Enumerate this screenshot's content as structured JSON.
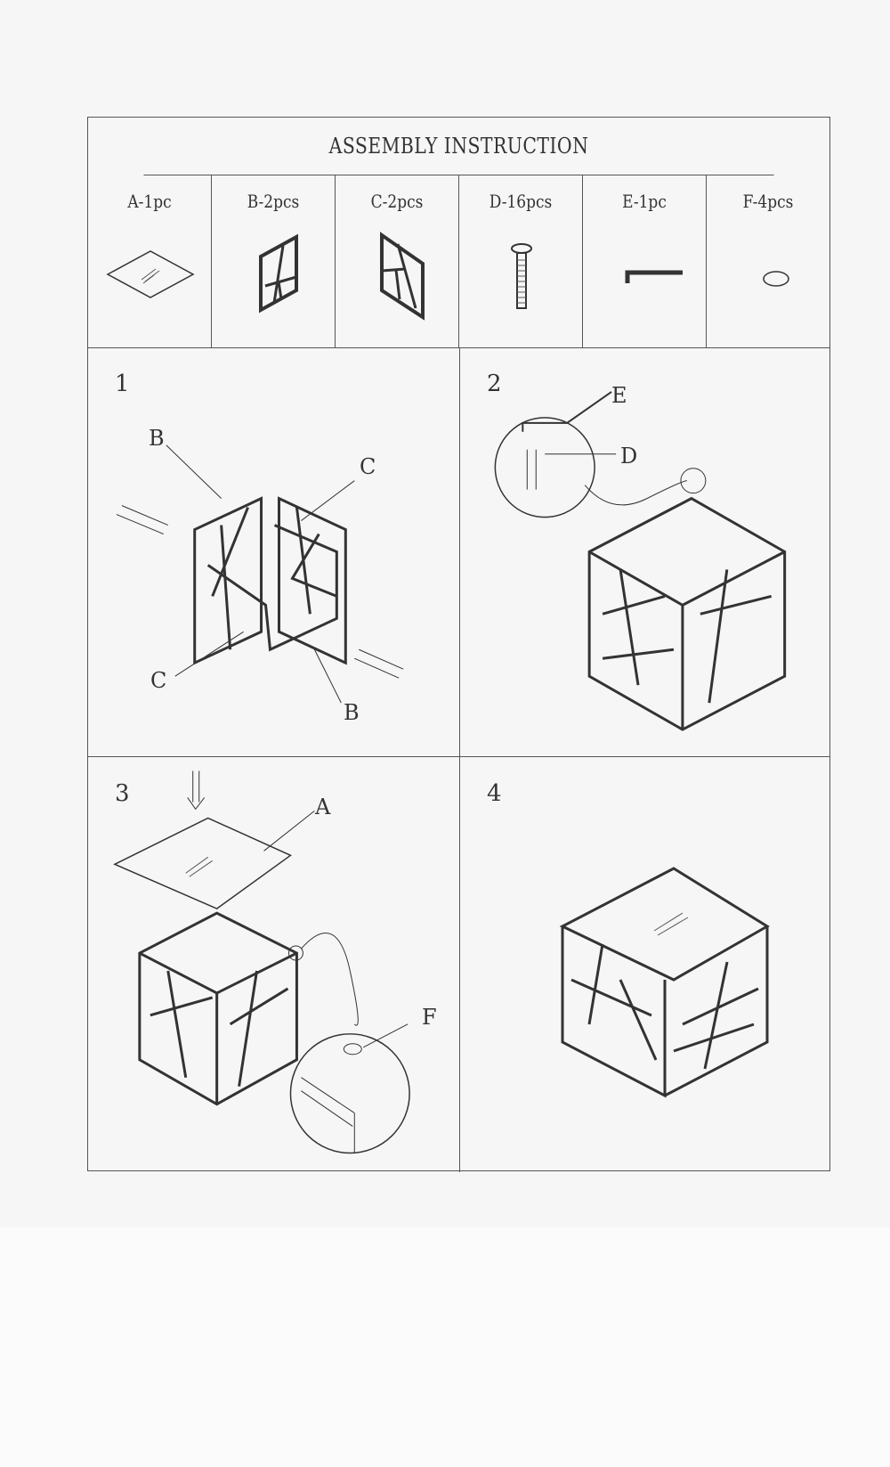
{
  "title": "ASSEMBLY INSTRUCTION",
  "parts": [
    {
      "label": "A-1pc",
      "icon": "glass-top-icon"
    },
    {
      "label": "B-2pcs",
      "icon": "frame-panel-b-icon"
    },
    {
      "label": "C-2pcs",
      "icon": "frame-panel-c-icon"
    },
    {
      "label": "D-16pcs",
      "icon": "screw-icon"
    },
    {
      "label": "E-1pc",
      "icon": "allen-key-icon"
    },
    {
      "label": "F-4pcs",
      "icon": "pad-icon"
    }
  ],
  "steps": [
    {
      "number": "1",
      "callouts": [
        "B",
        "C",
        "C",
        "B"
      ]
    },
    {
      "number": "2",
      "callouts": [
        "E",
        "D"
      ]
    },
    {
      "number": "3",
      "callouts": [
        "A",
        "F"
      ]
    },
    {
      "number": "4",
      "callouts": []
    }
  ]
}
